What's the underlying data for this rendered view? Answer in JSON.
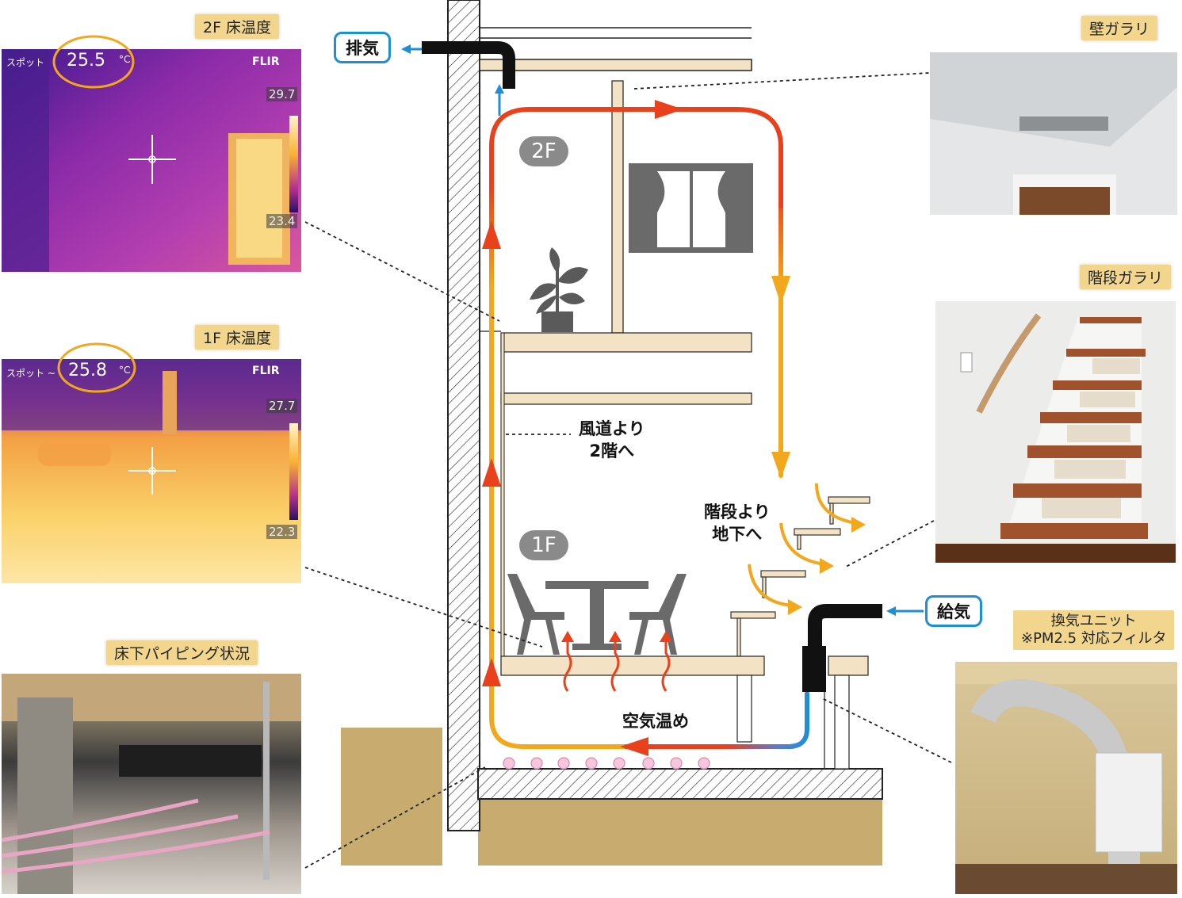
{
  "labels": {
    "exhaust": "排気",
    "supply": "給気",
    "floor2": "2F",
    "floor1": "1F",
    "duct_to_2f_line1": "風道より",
    "duct_to_2f_line2": "2階へ",
    "stairs_to_basement_line1": "階段より",
    "stairs_to_basement_line2": "地下へ",
    "air_warming": "空気温め"
  },
  "photos": {
    "thermal_2f": {
      "title": "2F 床温度",
      "spot_label": "スポット",
      "spot_value": "25.5",
      "unit": "°C",
      "brand": "FLIR",
      "scale_max": "29.7",
      "scale_min": "23.4"
    },
    "thermal_1f": {
      "title": "1F 床温度",
      "spot_label": "スポット ~",
      "spot_value": "25.8",
      "unit": "°C",
      "brand": "FLIR",
      "scale_max": "27.7",
      "scale_min": "22.3"
    },
    "underfloor": {
      "title": "床下パイピング状況"
    },
    "wall_vent": {
      "title": "壁ガラリ"
    },
    "stair_vent": {
      "title": "階段ガラリ"
    },
    "vent_unit": {
      "title_line1": "換気ユニット",
      "title_line2": "※PM2.5 対応フィルタ"
    }
  },
  "colors": {
    "warm_air": "#e8411c",
    "cool_air": "#f2a81c",
    "fresh_air": "#1e8fd6",
    "wood": "#f3e2c4",
    "soil": "#c8ab6f",
    "badge": "#8a8a8a",
    "tag": "#f3d68d"
  }
}
